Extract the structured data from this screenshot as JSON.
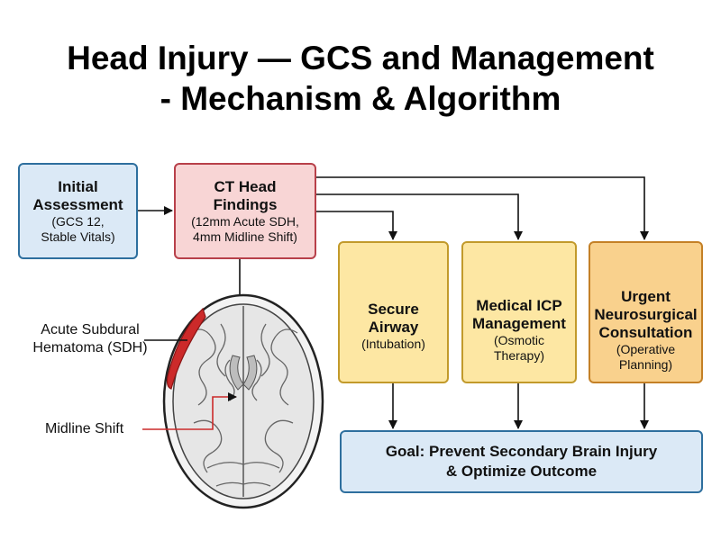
{
  "title": {
    "line1": "Head Injury — GCS and Management",
    "line2": "- Mechanism & Algorithm"
  },
  "nodes": {
    "initial": {
      "title_line1": "Initial",
      "title_line2": "Assessment",
      "sub_line1": "(GCS 12,",
      "sub_line2": "Stable Vitals)"
    },
    "ct": {
      "title_line1": "CT Head",
      "title_line2": "Findings",
      "sub_line1": "(12mm Acute SDH,",
      "sub_line2": "4mm Midline Shift)"
    },
    "airway": {
      "title_line1": "Secure",
      "title_line2": "Airway",
      "sub_line1": "(Intubation)"
    },
    "icp": {
      "title_line1": "Medical ICP",
      "title_line2": "Management",
      "sub_line1": "(Osmotic",
      "sub_line2": "Therapy)"
    },
    "neuro": {
      "title_line1": "Urgent",
      "title_line2": "Neurosurgical",
      "title_line3": "Consultation",
      "sub_line1": "(Operative",
      "sub_line2": "Planning)"
    },
    "goal": {
      "line1": "Goal: Prevent Secondary Brain Injury",
      "line2": "& Optimize Outcome"
    }
  },
  "labels": {
    "sdh_line1": "Acute Subdural",
    "sdh_line2": "Hematoma (SDH)",
    "midline_shift": "Midline Shift"
  },
  "icons": {
    "airway": "endotracheal-tube-icon",
    "icp": "iv-bag-brain-icon",
    "neuro": "scalpel-brain-icon",
    "scan": "axial-brain-ct-icon"
  },
  "colors": {
    "blue_fill": "#dbe9f6",
    "blue_border": "#2e6f9e",
    "red_fill": "#f8d5d5",
    "red_border": "#b8404a",
    "yellow_fill": "#fde7a3",
    "orange_fill": "#f9d18d",
    "hematoma": "#cc2a2a"
  }
}
